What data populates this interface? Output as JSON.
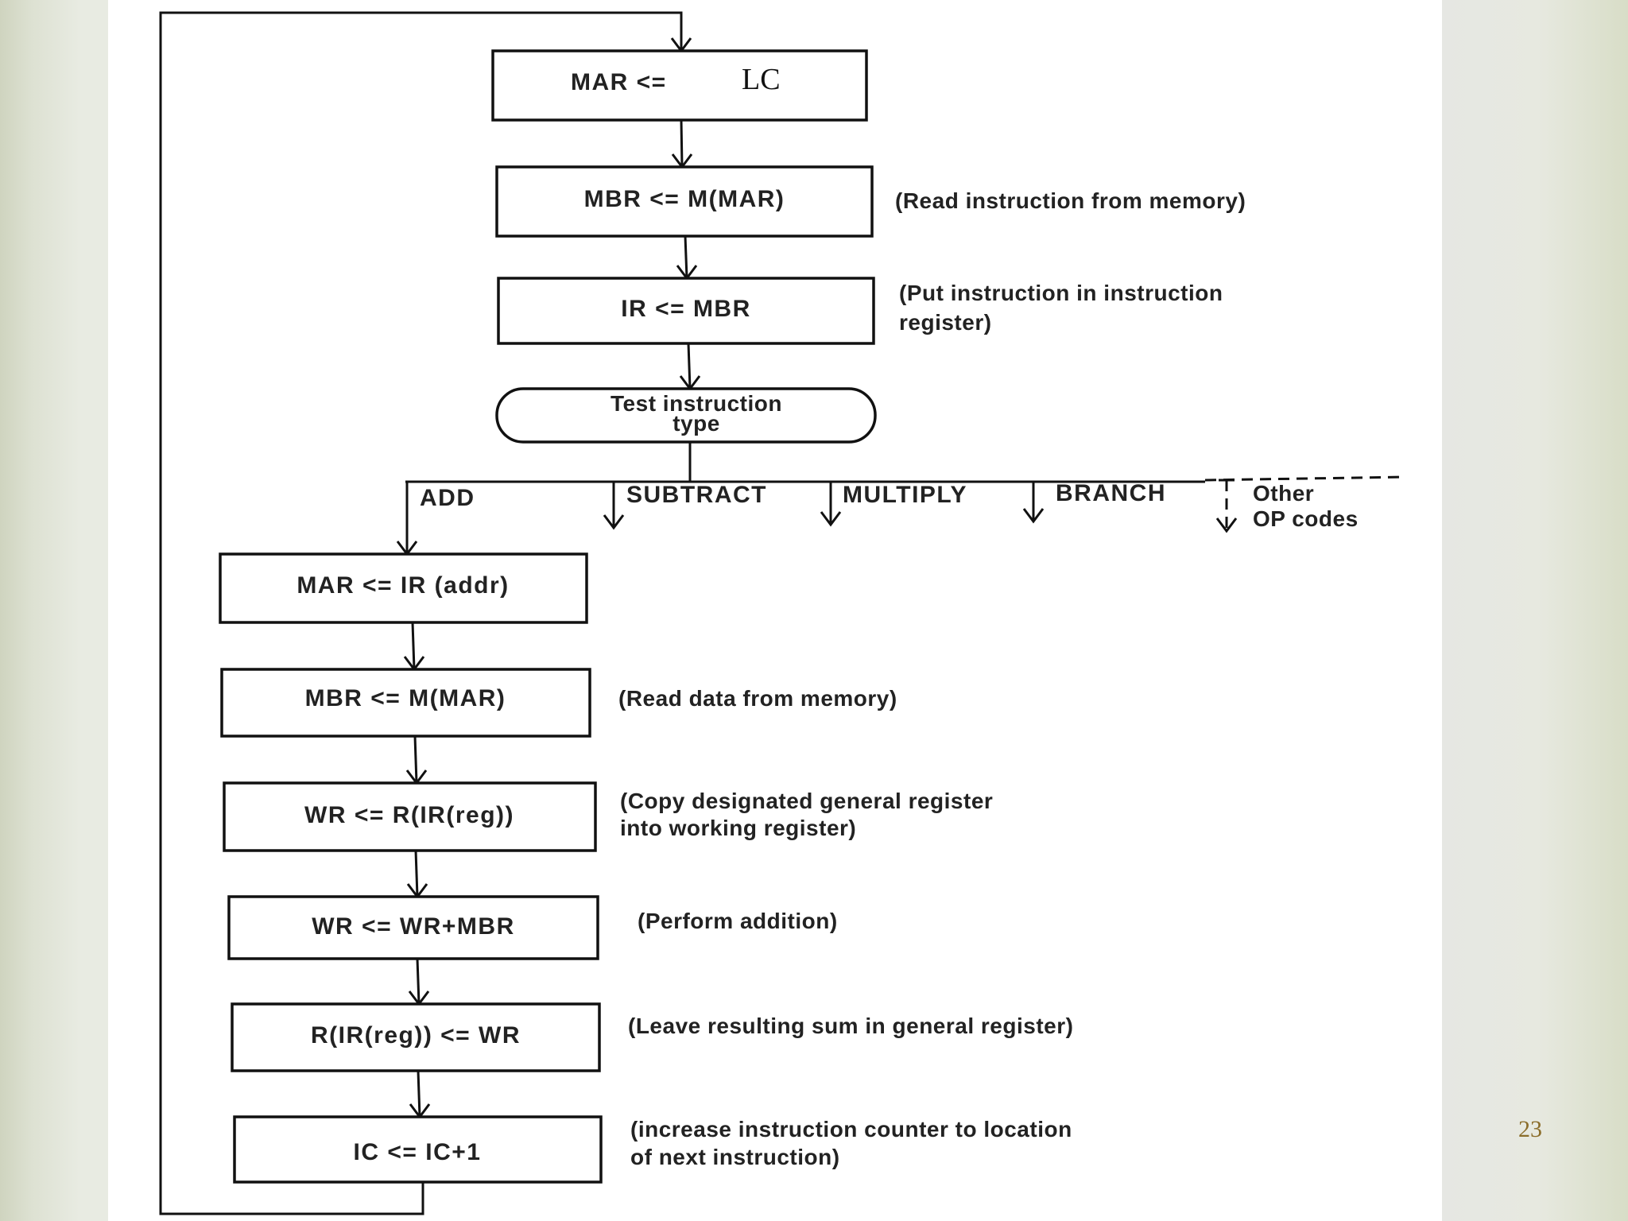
{
  "page_number": "23",
  "fetch": {
    "box1": {
      "left": "MAR <=",
      "right": "LC"
    },
    "box2": "MBR <= M(MAR)",
    "note2": "(Read instruction from memory)",
    "box3": "IR <= MBR",
    "note3": [
      "(Put instruction in instruction",
      "register)"
    ],
    "decision": [
      "Test instruction",
      "type"
    ]
  },
  "branches": {
    "add": "ADD",
    "subtract": "SUBTRACT",
    "multiply": "MULTIPLY",
    "branch": "BRANCH",
    "other": [
      "Other",
      "OP codes"
    ]
  },
  "add_steps": [
    {
      "box": "MAR <= IR (addr)",
      "note": []
    },
    {
      "box": "MBR <= M(MAR)",
      "note": [
        "(Read data from memory)"
      ]
    },
    {
      "box": "WR <= R(IR(reg))",
      "note": [
        "(Copy designated general register",
        "into working register)"
      ]
    },
    {
      "box": "WR <= WR+MBR",
      "note": [
        "(Perform addition)"
      ]
    },
    {
      "box": "R(IR(reg)) <= WR",
      "note": [
        "(Leave resulting sum in general register)"
      ]
    },
    {
      "box": "IC <= IC+1",
      "note": [
        "(increase instruction counter to location",
        "of next instruction)"
      ]
    }
  ]
}
